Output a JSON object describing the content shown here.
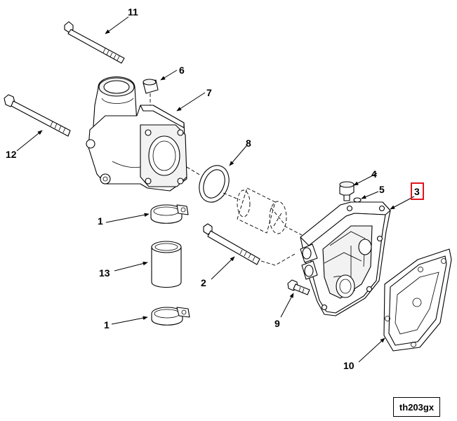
{
  "callouts": {
    "c1a": "1",
    "c1b": "1",
    "c2": "2",
    "c3": "3",
    "c4": "4",
    "c5": "5",
    "c6": "6",
    "c7": "7",
    "c8": "8",
    "c9": "9",
    "c10": "10",
    "c11": "11",
    "c12": "12",
    "c13": "13"
  },
  "figure_reference": "th203gx",
  "highlight_color": "#e0141e",
  "highlighted_callout": "3"
}
